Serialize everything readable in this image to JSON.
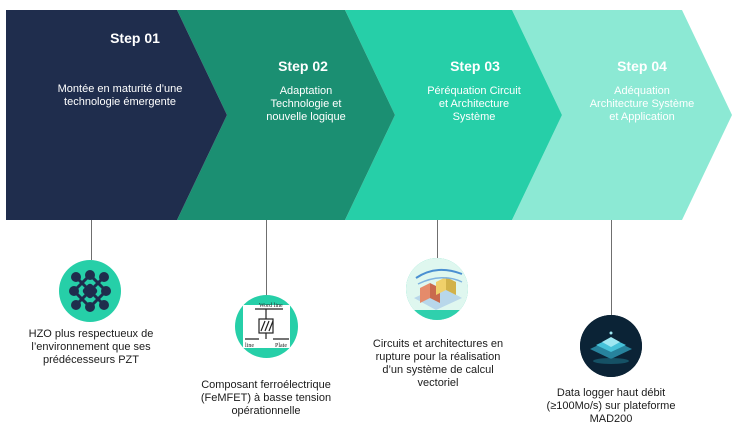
{
  "steps": [
    {
      "title": "Step 01",
      "description": "Montée en maturité d’une\ntechnologie émergente",
      "color": "#1f2d4d"
    },
    {
      "title": "Step 02",
      "description": "Adaptation\nTechnologie et\nnouvelle logique",
      "color": "#1b8f72"
    },
    {
      "title": "Step 03",
      "description": "Péréquation Circuit\net Architecture\nSystème",
      "color": "#26cfa8"
    },
    {
      "title": "Step 04",
      "description": "Adéquation\nArchitecture Système\net Application",
      "color": "#8ce9d4"
    }
  ],
  "milestones": [
    {
      "icon": "molecule-lattice-icon",
      "caption": "HZO plus respectueux de\nl’environnement que ses\nprédécesseurs PZT"
    },
    {
      "icon": "ferroelectric-circuit-icon",
      "caption": "Composant ferroélectrique\n(FeMFET) à basse tension\nopérationnelle",
      "icon_labels": {
        "top": "Word line",
        "left": "line",
        "right": "Plate"
      }
    },
    {
      "icon": "3d-circuit-architecture-icon",
      "caption": "Circuits et architectures en\nrupture pour la réalisation\nd’un système de calcul\nvectoriel"
    },
    {
      "icon": "data-logger-board-icon",
      "caption": "Data logger haut débit\n(≥100Mo/s) sur plateforme\nMAD200"
    }
  ]
}
